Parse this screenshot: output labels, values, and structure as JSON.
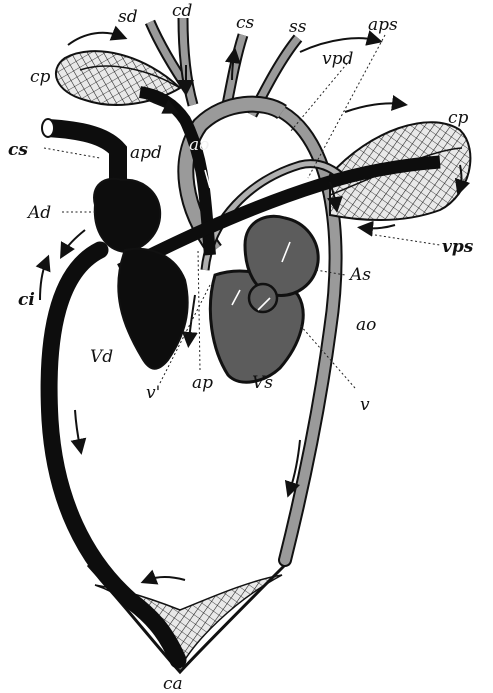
{
  "labels": {
    "sd": "sd",
    "cd": "cd",
    "cs_top": "cs",
    "ss": "ss",
    "aps": "aps",
    "vpd": "vpd",
    "cp_left": "cp",
    "cp_right": "cp",
    "cs_left": "cs",
    "apd": "apd",
    "ao_inner": "ao",
    "ad": "Ad",
    "vps": "vps",
    "as": "As",
    "ci": "ci",
    "ao_right": "ao",
    "vd": "Vd",
    "v_prime": "v'",
    "ap": "ap",
    "vs": "Vs",
    "v": "v",
    "ca": "ca"
  },
  "colors": {
    "venous": "#0d0d0d",
    "arterial": "#9a9a9a",
    "left_heart": "#5c5c5c",
    "outline": "#111111"
  }
}
